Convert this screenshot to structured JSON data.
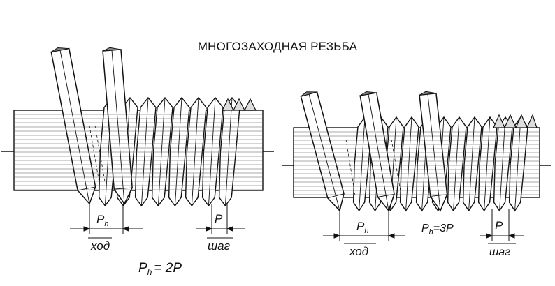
{
  "title": "МНОГОЗАХОДНАЯ РЕЗЬБА",
  "left": {
    "ph": "P",
    "ph_sub": "h",
    "hod": "ход",
    "p": "P",
    "shag": "шаг",
    "formula": "P",
    "formula_sub": "h",
    "formula_rest": "= 2P"
  },
  "right": {
    "ph": "P",
    "ph_sub": "h",
    "hod": "ход",
    "formula": "P",
    "formula_sub": "h",
    "formula_rest": "=3P",
    "p": "P",
    "shag": "шаг"
  }
}
